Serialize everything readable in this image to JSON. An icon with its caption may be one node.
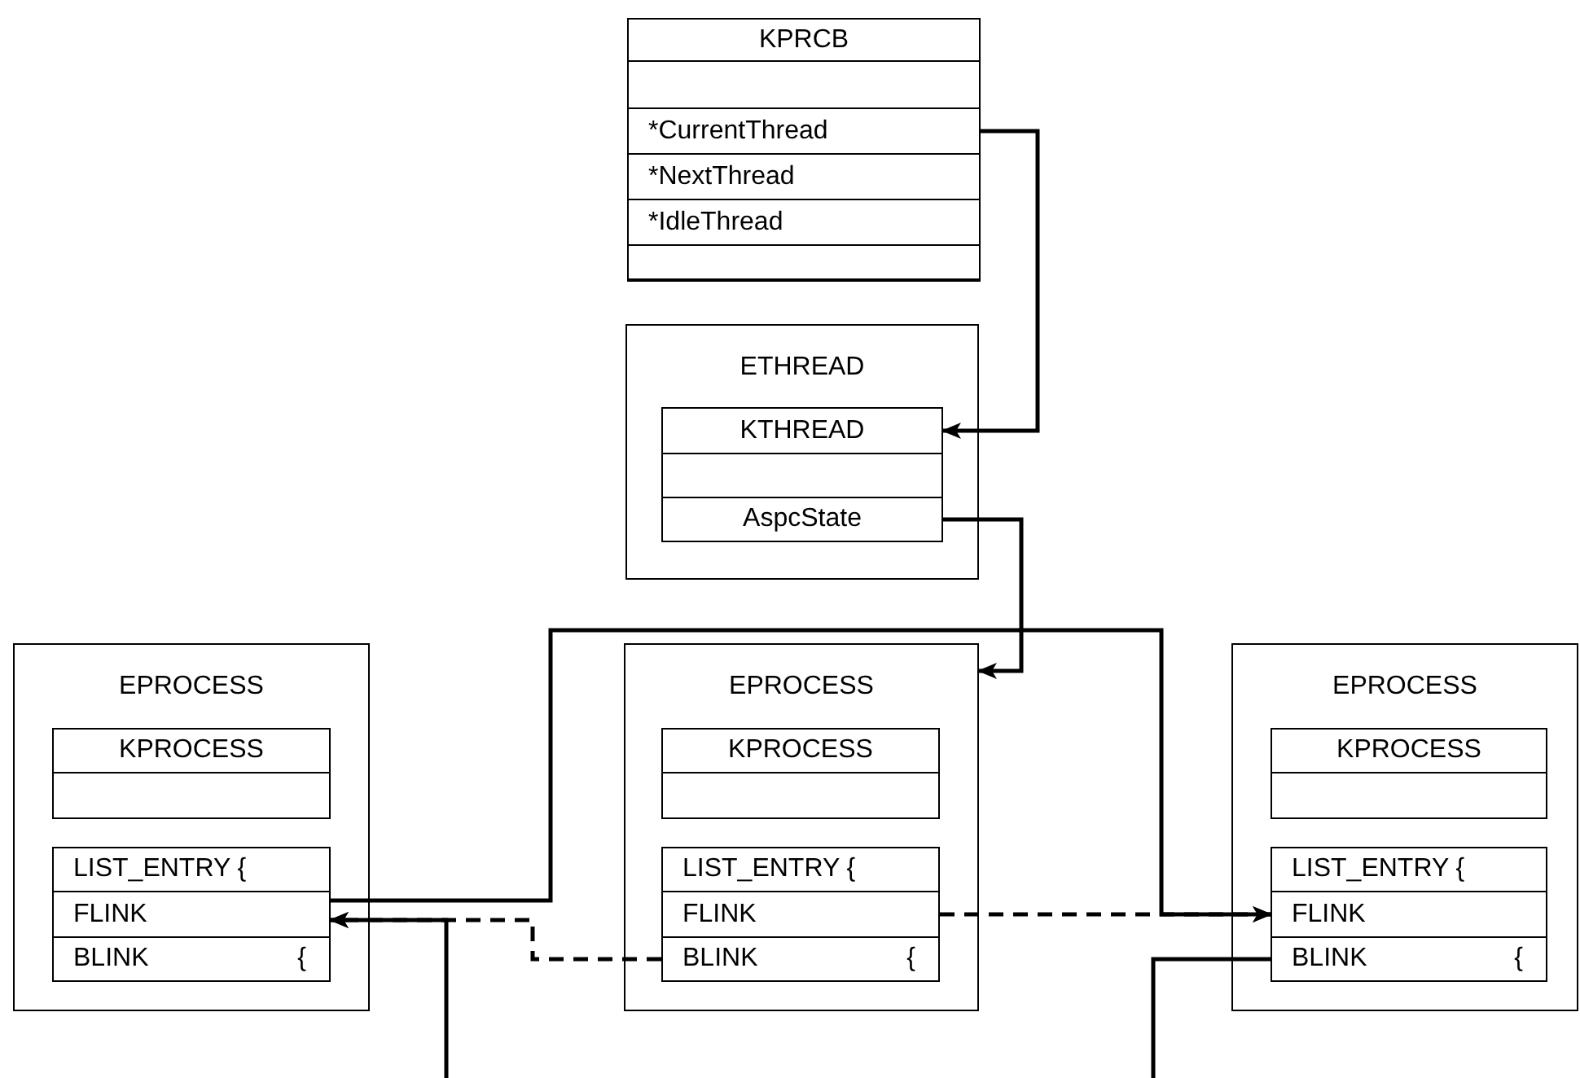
{
  "diagram": {
    "nodes": [
      {
        "text": [
          "KPRCB"
        ]
      },
      {
        "text": [],
        "shape": "box",
        "in": 0
      },
      {
        "text": [
          "*CurrentThread"
        ],
        "in": 0
      },
      {
        "text": [
          "*NextThread"
        ],
        "in": 0
      },
      {
        "text": [
          "*IdleThread"
        ],
        "in": 0
      },
      {
        "text": [],
        "shape": "box",
        "in": 0
      },
      {
        "text": [
          "ETHREAD"
        ]
      },
      {
        "text": [
          "KTHREAD"
        ],
        "in": 6
      },
      {
        "text": [],
        "shape": "box",
        "in": 6
      },
      {
        "text": [
          "AspcState"
        ],
        "in": 6
      },
      {
        "text": [
          "EPROCESS"
        ]
      },
      {
        "text": [
          "KPROCESS"
        ],
        "in": 10
      },
      {
        "text": [],
        "shape": "box",
        "in": 10
      },
      {
        "text": [
          "LIST_ENTRY {"
        ],
        "in": 10
      },
      {
        "text": [
          "FLINK"
        ],
        "in": 10
      },
      {
        "text": [
          "BLINK",
          "{"
        ],
        "in": 10
      },
      {
        "text": [
          "EPROCESS"
        ]
      },
      {
        "text": [
          "KPROCESS"
        ],
        "in": 16
      },
      {
        "text": [],
        "shape": "box",
        "in": 16
      },
      {
        "text": [
          "LIST_ENTRY {"
        ],
        "in": 16
      },
      {
        "text": [
          "FLINK"
        ],
        "in": 16
      },
      {
        "text": [
          "BLINK",
          "{"
        ],
        "in": 16
      },
      {
        "text": [
          "EPROCESS"
        ]
      },
      {
        "text": [
          "KPROCESS"
        ],
        "in": 22
      },
      {
        "text": [],
        "shape": "box",
        "in": 22
      },
      {
        "text": [
          "LIST_ENTRY {"
        ],
        "in": 22
      },
      {
        "text": [
          "FLINK"
        ],
        "in": 22
      },
      {
        "text": [
          "BLINK",
          "{"
        ],
        "in": 22
      }
    ],
    "edges": [
      {
        "from": 2,
        "to": 7,
        "arrow": "to"
      },
      {
        "from": 9,
        "to": 16,
        "arrow": "to"
      },
      {
        "from": 14,
        "to": 26,
        "arrow": "to"
      },
      {
        "from": 20,
        "to": 26,
        "arrow": "to",
        "style": "dashed"
      },
      {
        "from": 21,
        "to": 14,
        "arrow": "to",
        "style": "dashed"
      },
      {
        "from": null,
        "to": 14,
        "arrow": "to"
      },
      {
        "from": 27,
        "to": null,
        "arrow": "none"
      }
    ]
  }
}
